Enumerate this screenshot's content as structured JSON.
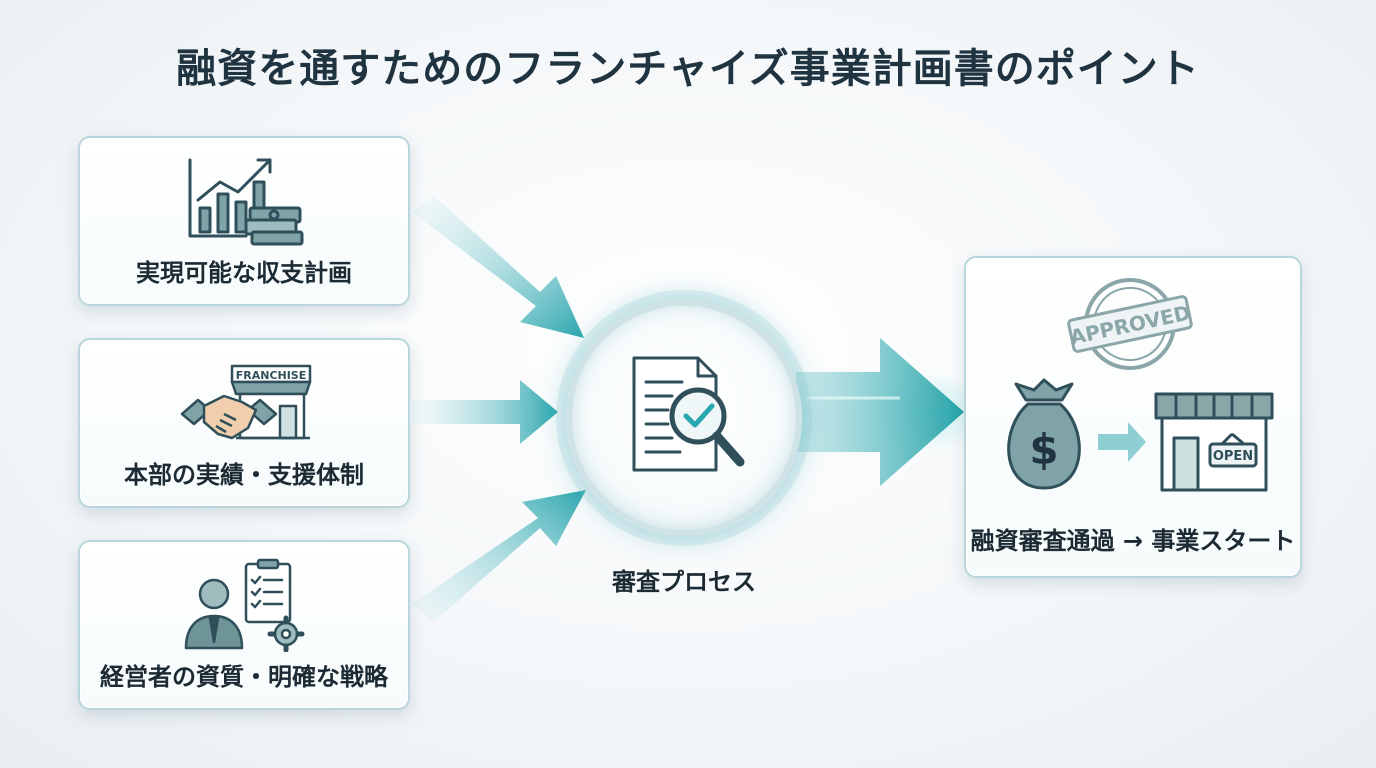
{
  "title": "融資を通すためのフランチャイズ事業計画書のポイント",
  "inputs": [
    {
      "label": "実現可能な収支計画",
      "icon": "growth-chart-money-icon"
    },
    {
      "label": "本部の実績・支援体制",
      "icon": "handshake-franchise-store-icon",
      "sign_text": "FRANCHISE"
    },
    {
      "label": "経営者の資質・明確な戦略",
      "icon": "businessman-checklist-gear-icon"
    }
  ],
  "process": {
    "label": "審査プロセス",
    "icon": "document-magnifier-check-icon"
  },
  "result": {
    "label": "融資審査通過 → 事業スタート",
    "stamp_text": "APPROVED",
    "sign_text": "OPEN",
    "icons": [
      "money-bag-icon",
      "arrow-right-icon",
      "store-icon"
    ]
  },
  "colors": {
    "accent": "#2aa6ae",
    "accent_dark": "#1f6e78",
    "icon_stroke": "#2f4f5a",
    "icon_fill": "#7fa3a6",
    "text": "#1f3340"
  }
}
